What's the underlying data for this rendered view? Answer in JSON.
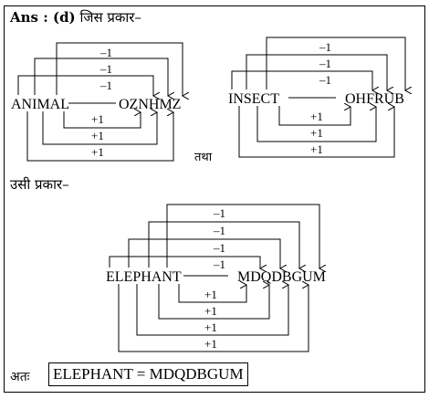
{
  "heading": {
    "prefix": "Ans : (d)",
    "text": "जिस प्रकार–"
  },
  "diagram1": {
    "source": "ANIMAL",
    "target": "OZNHMZ",
    "minus_labels": [
      "–1",
      "–1",
      "–1"
    ],
    "plus_labels": [
      "+1",
      "+1",
      "+1"
    ]
  },
  "connector": "तथा",
  "diagram2": {
    "source": "INSECT",
    "target": "OHFRUB",
    "minus_labels": [
      "–1",
      "–1",
      "–1"
    ],
    "plus_labels": [
      "+1",
      "+1",
      "+1"
    ]
  },
  "same_way": "उसी प्रकार–",
  "diagram3": {
    "source": "ELEPHANT",
    "target": "MDQDBGUM",
    "minus_labels": [
      "–1",
      "–1",
      "–1",
      "–1"
    ],
    "plus_labels": [
      "+1",
      "+1",
      "+1",
      "+1"
    ]
  },
  "conclusion": {
    "label": "अतः",
    "answer": "ELEPHANT = MDQDBGUM"
  }
}
